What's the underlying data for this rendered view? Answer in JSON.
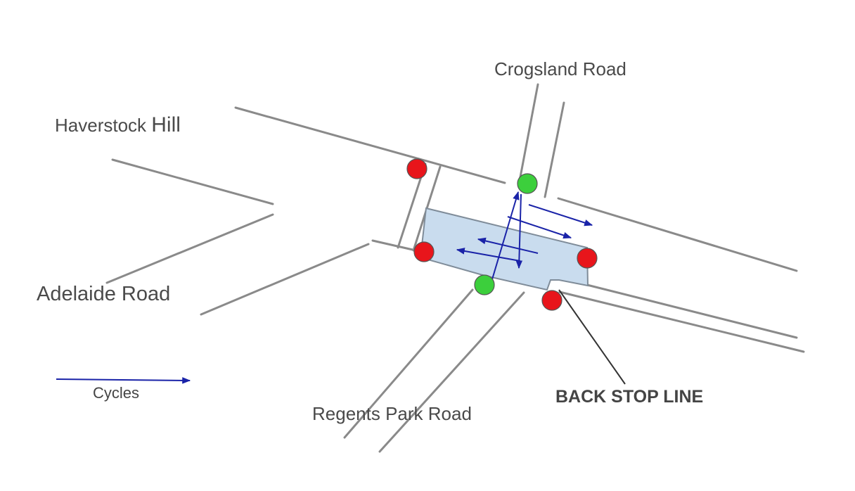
{
  "labels": {
    "crogsland_road": "Crogsland Road",
    "haverstock_prefix": "Haverstock ",
    "haverstock_hill": "Hill",
    "adelaide_road": "Adelaide Road",
    "regents_park_road": "Regents Park Road",
    "back_stop_line": "BACK STOP LINE",
    "legend_cycles": "Cycles"
  },
  "colors": {
    "road_line": "#8a8a8a",
    "stop_box_fill": "#c9dcee",
    "stop_box_stroke": "#7f8c99",
    "cycle_arrow": "#1a23a8",
    "signal_red": "#e8151b",
    "signal_green": "#3ccf3c",
    "leader_line": "#333333"
  },
  "signals": [
    {
      "id": "haverstock-top",
      "state": "red"
    },
    {
      "id": "haverstock-bottom",
      "state": "red"
    },
    {
      "id": "crogsland",
      "state": "green"
    },
    {
      "id": "regents-park",
      "state": "green"
    },
    {
      "id": "east-upper",
      "state": "red"
    },
    {
      "id": "east-lower",
      "state": "red"
    }
  ]
}
